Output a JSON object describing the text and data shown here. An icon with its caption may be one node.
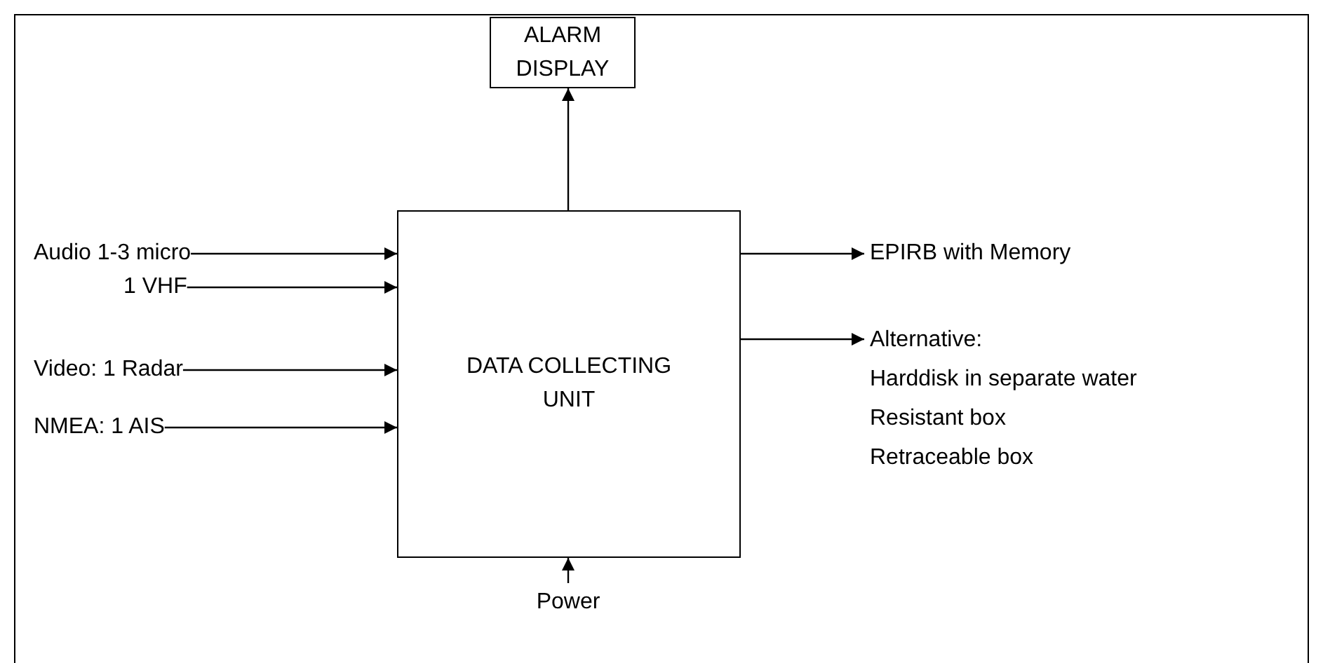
{
  "diagram": {
    "nodes": [
      {
        "text": [
          "ALARM DISPLAY"
        ]
      },
      {
        "text": [
          "DATA COLLECTING UNIT"
        ]
      },
      {
        "text": [
          "Audio 1-3 micro"
        ]
      },
      {
        "text": [
          "1 VHF"
        ]
      },
      {
        "text": [
          "Video: 1 Radar"
        ]
      },
      {
        "text": [
          "NMEA: 1 AIS"
        ]
      },
      {
        "text": [
          "EPIRB with Memory"
        ]
      },
      {
        "text": [
          "Alternative:",
          "Harddisk in separate water",
          "Resistant box",
          "Retraceable box"
        ]
      },
      {
        "text": [
          "Power"
        ]
      }
    ],
    "edges": [
      {
        "from": 1,
        "to": 0,
        "arrow": "to"
      },
      {
        "from": 2,
        "to": 1,
        "arrow": "to"
      },
      {
        "from": 3,
        "to": 1,
        "arrow": "to"
      },
      {
        "from": 4,
        "to": 1,
        "arrow": "to"
      },
      {
        "from": 5,
        "to": 1,
        "arrow": "to"
      },
      {
        "from": 1,
        "to": 6,
        "arrow": "to"
      },
      {
        "from": 1,
        "to": 7,
        "arrow": "to"
      },
      {
        "from": 8,
        "to": 1,
        "arrow": "to"
      }
    ]
  }
}
